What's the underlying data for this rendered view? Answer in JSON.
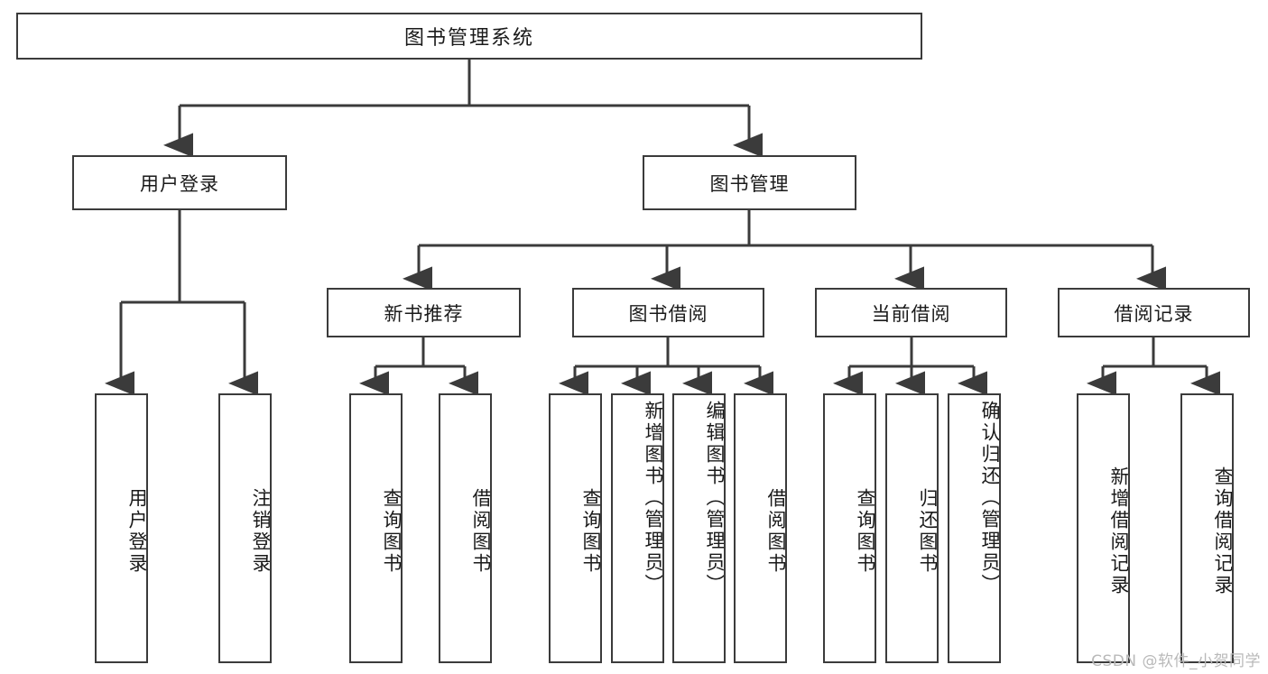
{
  "diagram": {
    "kind": "function-structure-tree",
    "root": {
      "id": "root",
      "label": "图书管理系统"
    },
    "level2": [
      {
        "id": "user-login",
        "label": "用户登录"
      },
      {
        "id": "book-manage",
        "label": "图书管理"
      }
    ],
    "level3": [
      {
        "id": "new-book-rec",
        "label": "新书推荐",
        "parent": "book-manage"
      },
      {
        "id": "book-borrow",
        "label": "图书借阅",
        "parent": "book-manage"
      },
      {
        "id": "current-borrow",
        "label": "当前借阅",
        "parent": "book-manage"
      },
      {
        "id": "borrow-record",
        "label": "借阅记录",
        "parent": "book-manage"
      }
    ],
    "leaves": [
      {
        "id": "leaf-user-login",
        "label": "用户登录",
        "parent": "user-login"
      },
      {
        "id": "leaf-logout",
        "label": "注销登录",
        "parent": "user-login"
      },
      {
        "id": "leaf-query-book-1",
        "label": "查询图书",
        "parent": "new-book-rec"
      },
      {
        "id": "leaf-borrow-book-1",
        "label": "借阅图书",
        "parent": "new-book-rec"
      },
      {
        "id": "leaf-query-book-2",
        "label": "查询图书",
        "parent": "book-borrow"
      },
      {
        "id": "leaf-add-book",
        "label": "新增图书（管理员）",
        "parent": "book-borrow"
      },
      {
        "id": "leaf-edit-book",
        "label": "编辑图书（管理员）",
        "parent": "book-borrow"
      },
      {
        "id": "leaf-borrow-book-2",
        "label": "借阅图书",
        "parent": "book-borrow"
      },
      {
        "id": "leaf-query-book-3",
        "label": "查询图书",
        "parent": "current-borrow"
      },
      {
        "id": "leaf-return-book",
        "label": "归还图书",
        "parent": "current-borrow"
      },
      {
        "id": "leaf-confirm-return",
        "label": "确认归还（管理员）",
        "parent": "current-borrow"
      },
      {
        "id": "leaf-add-record",
        "label": "新增借阅记录",
        "parent": "borrow-record"
      },
      {
        "id": "leaf-query-record",
        "label": "查询借阅记录",
        "parent": "borrow-record"
      }
    ],
    "watermark": "CSDN @软件_小贺同学",
    "colors": {
      "stroke": "#3b3b3b",
      "text": "#1a1a1a",
      "background": "#ffffff",
      "watermark": "#b9b9b9"
    }
  }
}
